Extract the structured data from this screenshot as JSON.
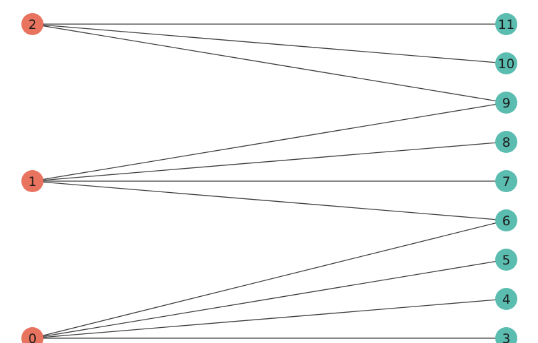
{
  "graph": {
    "type": "bipartite",
    "colors": {
      "left_node": "#e8735f",
      "right_node": "#5bbcb0",
      "edge": "#3d3d3d"
    },
    "left_nodes": [
      "2",
      "1",
      "0"
    ],
    "right_nodes": [
      "11",
      "10",
      "9",
      "8",
      "7",
      "6",
      "5",
      "4",
      "3"
    ],
    "edges": [
      [
        "2",
        "11"
      ],
      [
        "2",
        "10"
      ],
      [
        "2",
        "9"
      ],
      [
        "1",
        "9"
      ],
      [
        "1",
        "8"
      ],
      [
        "1",
        "7"
      ],
      [
        "1",
        "6"
      ],
      [
        "0",
        "6"
      ],
      [
        "0",
        "5"
      ],
      [
        "0",
        "4"
      ],
      [
        "0",
        "3"
      ]
    ]
  }
}
